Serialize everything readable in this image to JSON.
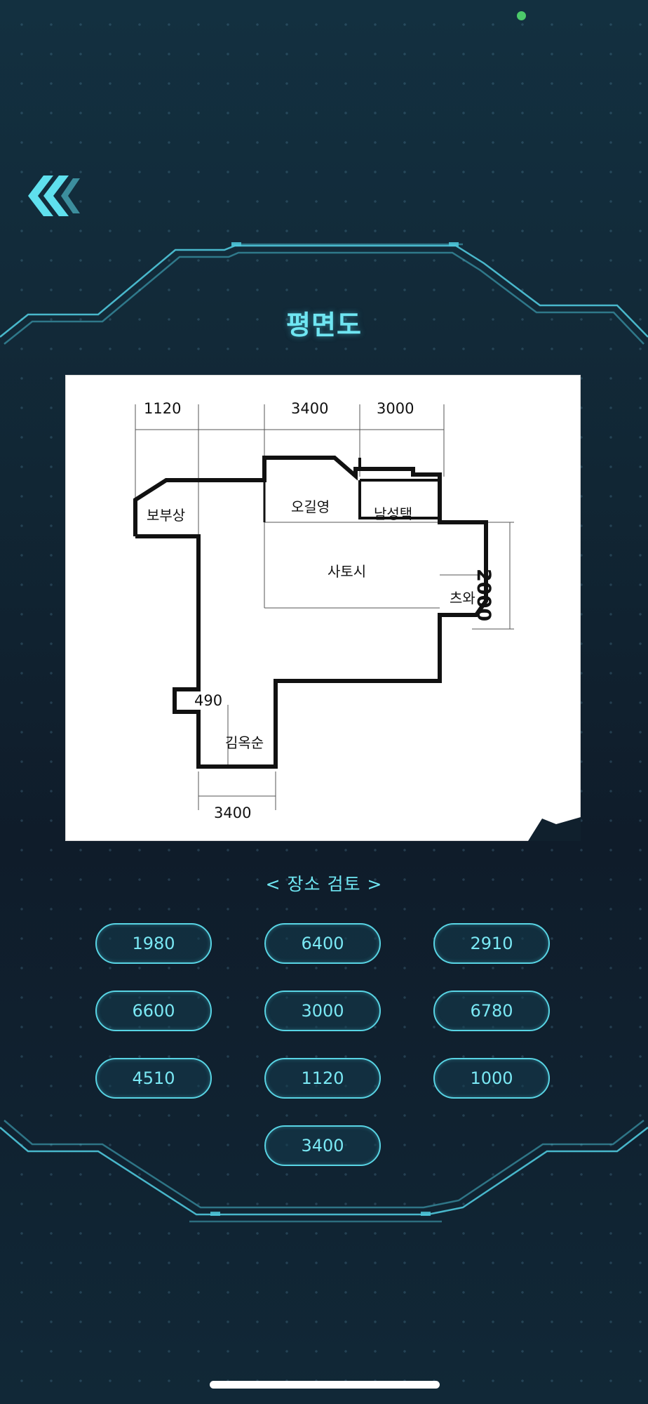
{
  "header": {
    "title": "평면도"
  },
  "status": {
    "indicator_color": "#4cc96a"
  },
  "floor_plan": {
    "dimensions": {
      "top_left": "1120",
      "top_middle": "3400",
      "top_right": "3000",
      "right_side": "2000",
      "inner_notch": "490",
      "bottom": "3400"
    },
    "rooms": {
      "room_1": "보부상",
      "room_2": "오길영",
      "room_3": "남성택",
      "room_4": "사토시",
      "room_5": "츠와",
      "room_6": "김옥순"
    }
  },
  "review": {
    "title": "< 장소 검토 >",
    "options": [
      "1980",
      "6400",
      "2910",
      "6600",
      "3000",
      "6780",
      "4510",
      "1120",
      "1000",
      "3400"
    ]
  },
  "colors": {
    "accent": "#6fe6f2",
    "background": "#10202d",
    "button_border": "#58d4e4"
  },
  "icons": {
    "back": "double-chevron-left-icon"
  }
}
